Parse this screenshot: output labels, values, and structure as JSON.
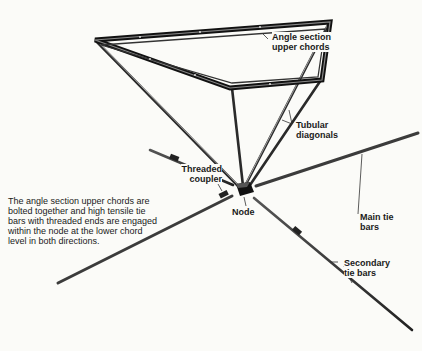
{
  "diagram": {
    "labels": [
      "Angle section upper chords",
      "Tubular diagonals",
      "The angle section upper chords are bolted together and high tensile tie bars with threaded ends are engaged within the node at the lower chord level in both directions.",
      "Threaded coupler",
      "Node",
      "Main tie bars",
      "Secondary tie bars"
    ]
  }
}
